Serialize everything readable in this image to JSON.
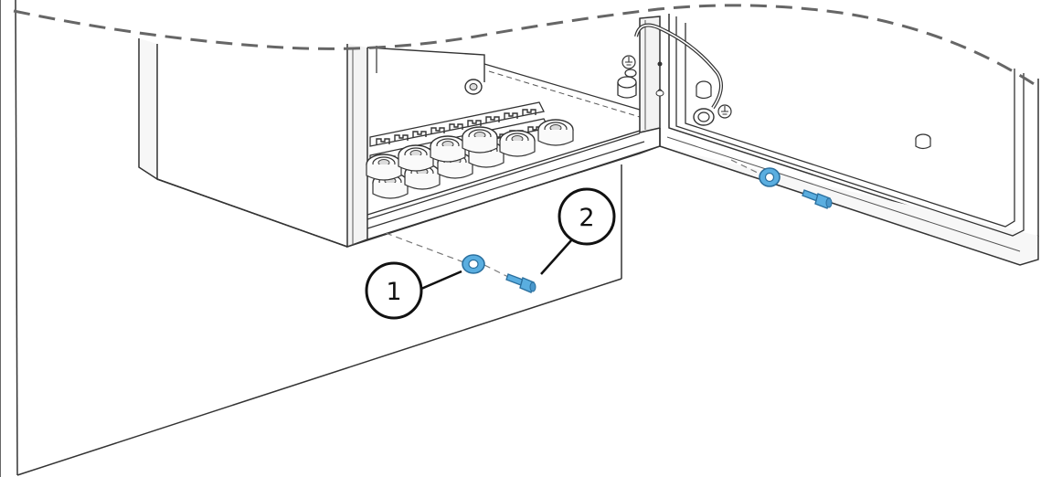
{
  "callouts": [
    {
      "label": "1",
      "part": "washer"
    },
    {
      "label": "2",
      "part": "bolt"
    }
  ],
  "colors": {
    "line": "#333333",
    "part_blue": "#5aaee0",
    "part_blue_dark": "#2a6f9e",
    "fill_light": "#f3f3f3"
  },
  "icons": [
    "washer-icon",
    "bolt-icon",
    "ground-symbol-icon",
    "ground-wire-icon"
  ]
}
